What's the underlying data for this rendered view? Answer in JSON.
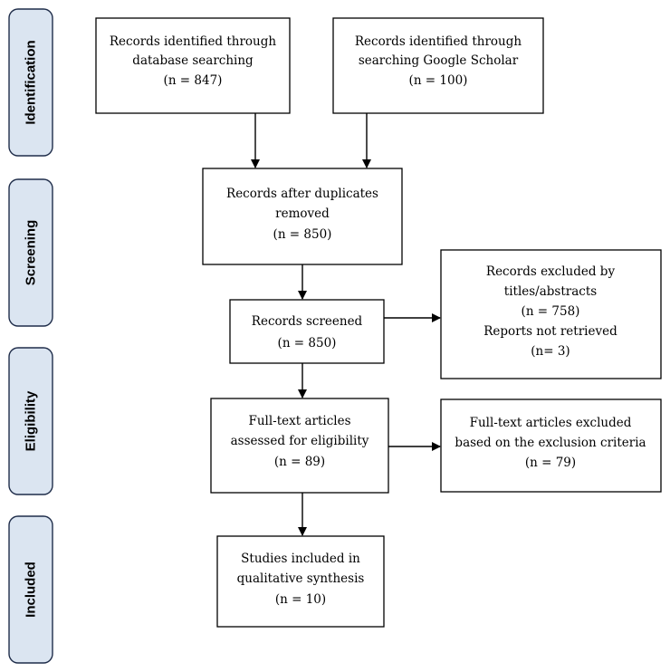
{
  "phases": {
    "identification": "Identification",
    "screening": "Screening",
    "eligibility": "Eligibility",
    "included": "Included"
  },
  "boxes": {
    "database_search": {
      "line1": "Records identified through",
      "line2": "database searching",
      "count": "(n = 847)"
    },
    "google_scholar": {
      "line1": "Records identified through",
      "line2": "searching Google Scholar",
      "count": "(n = 100)"
    },
    "duplicates_removed": {
      "line1": "Records after duplicates",
      "line2": "removed",
      "count": "(n = 850)"
    },
    "screened": {
      "line1": "Records screened",
      "count": "(n = 850)"
    },
    "excluded_titles": {
      "line1": "Records excluded by",
      "line2": "titles/abstracts",
      "count1": "(n = 758)",
      "line3": "Reports not retrieved",
      "count2": "(n= 3)"
    },
    "full_text_assessed": {
      "line1": "Full-text articles",
      "line2": "assessed for eligibility",
      "count": "(n = 89)"
    },
    "full_text_excluded": {
      "line1": "Full-text articles excluded",
      "line2": "based on the exclusion criteria",
      "count": "(n = 79)"
    },
    "included_studies": {
      "line1": "Studies included in",
      "line2": "qualitative synthesis",
      "count": "(n = 10)"
    }
  },
  "colors": {
    "phase_fill": "#dbe5f1",
    "phase_border": "#1f2d4a",
    "box_border": "#000000"
  }
}
